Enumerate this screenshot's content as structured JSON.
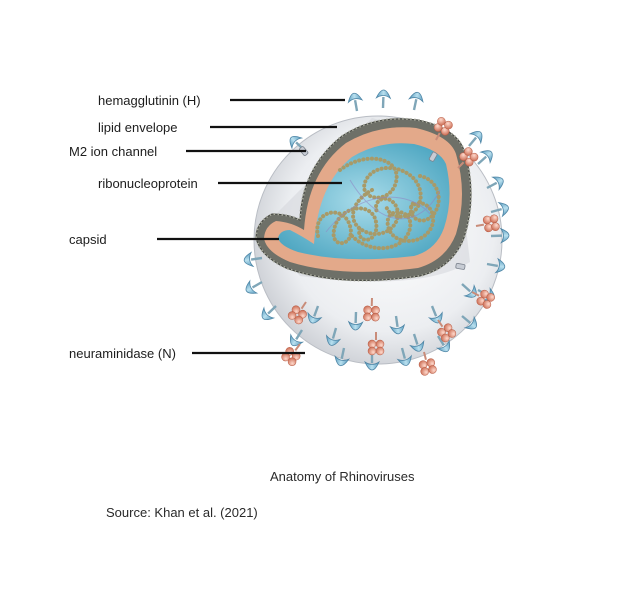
{
  "labels": {
    "hemagglutinin": "hemagglutinin (H)",
    "lipid_envelope": "lipid envelope",
    "m2_channel": "M2 ion channel",
    "ribonucleoprotein": "ribonucleoprotein",
    "capsid": "capsid",
    "neuraminidase": "neuraminidase (N)"
  },
  "caption": "Anatomy of Rhinoviruses",
  "source": "Source: Khan et al. (2021)",
  "colors": {
    "hemagglutinin_spike": "#8fc3dc",
    "neuraminidase_cluster": "#e2907a",
    "envelope_outer": "#eef0f3",
    "lipid_layer": "#6e7068",
    "matrix": "#e3a98a",
    "interior": "#6fb9cf",
    "rnp_strand": "#a89a68"
  }
}
